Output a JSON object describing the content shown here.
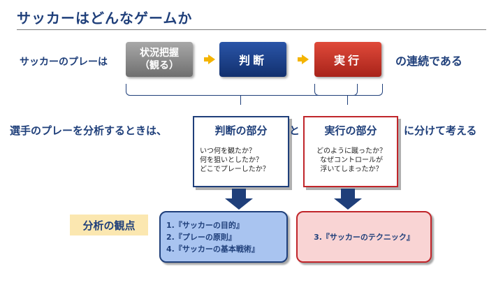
{
  "title": "サッカーはどんなゲームか",
  "row1": {
    "label": "サッカーのプレーは",
    "steps": [
      {
        "line1": "状況把握",
        "line2": "（観る）"
      },
      {
        "line1": "判断"
      },
      {
        "line1": "実行"
      }
    ],
    "suffix": "の連続である"
  },
  "row2": {
    "left_text": "選手のプレーを分析するときは、",
    "connector": "と",
    "right_text": "に分けて考える"
  },
  "judgment_part": {
    "title": "判断の部分",
    "lines": [
      "いつ何を観たか？",
      "何を狙いとしたか？",
      "どこでプレーしたか？"
    ]
  },
  "execution_part": {
    "title": "実行の部分",
    "lines": [
      "どのように蹴ったか？",
      "なぜコントロールが",
      "浮いてしまったか？"
    ]
  },
  "analysis_viewpoint": {
    "label": "分析の観点",
    "judgment_items": [
      "1.『サッカーの目的』",
      "2.『プレーの原則』",
      "4.『サッカーの基本戦術』"
    ],
    "execution_items": [
      "3.『サッカーのテクニック』"
    ]
  },
  "colors": {
    "navy": "#1f3f7a",
    "red": "#c0252a",
    "arrow_yellow": "#f4b400",
    "viewpoint_bg": "#fbe7b0",
    "result_blue_bg": "#a9c4f0",
    "result_red_bg": "#f9d4d4"
  }
}
